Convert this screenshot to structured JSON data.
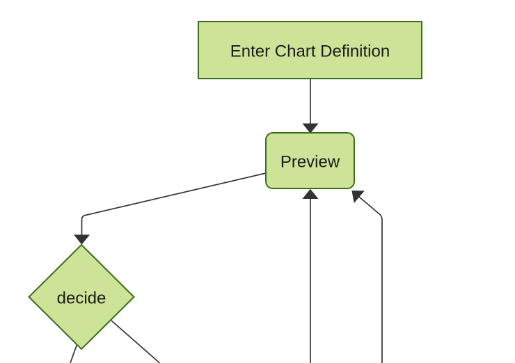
{
  "diagram": {
    "type": "flowchart",
    "direction": "top-down",
    "background_color": "#ffffff",
    "node_fill_color": "#cde498",
    "node_border_color": "#3a6e1e",
    "edge_color": "#333333",
    "label_color": "#1a1a1a",
    "nodes": [
      {
        "id": "enter-chart-definition",
        "shape": "rectangle",
        "label": "Enter Chart Definition"
      },
      {
        "id": "preview",
        "shape": "rounded-rectangle",
        "label": "Preview"
      },
      {
        "id": "decide",
        "shape": "diamond",
        "label": "decide"
      }
    ],
    "edges": [
      {
        "from": "enter-chart-definition",
        "to": "preview",
        "arrowhead": true
      },
      {
        "from": "preview",
        "to": "decide",
        "arrowhead": true
      },
      {
        "from": "offscreen-bottom-center",
        "to": "preview",
        "arrowhead": true
      },
      {
        "from": "offscreen-bottom-right",
        "to": "preview",
        "arrowhead": true
      },
      {
        "from": "decide",
        "to": "offscreen-bottom-left",
        "arrowhead": false
      },
      {
        "from": "decide",
        "to": "offscreen-bottom-right",
        "arrowhead": false
      }
    ]
  }
}
